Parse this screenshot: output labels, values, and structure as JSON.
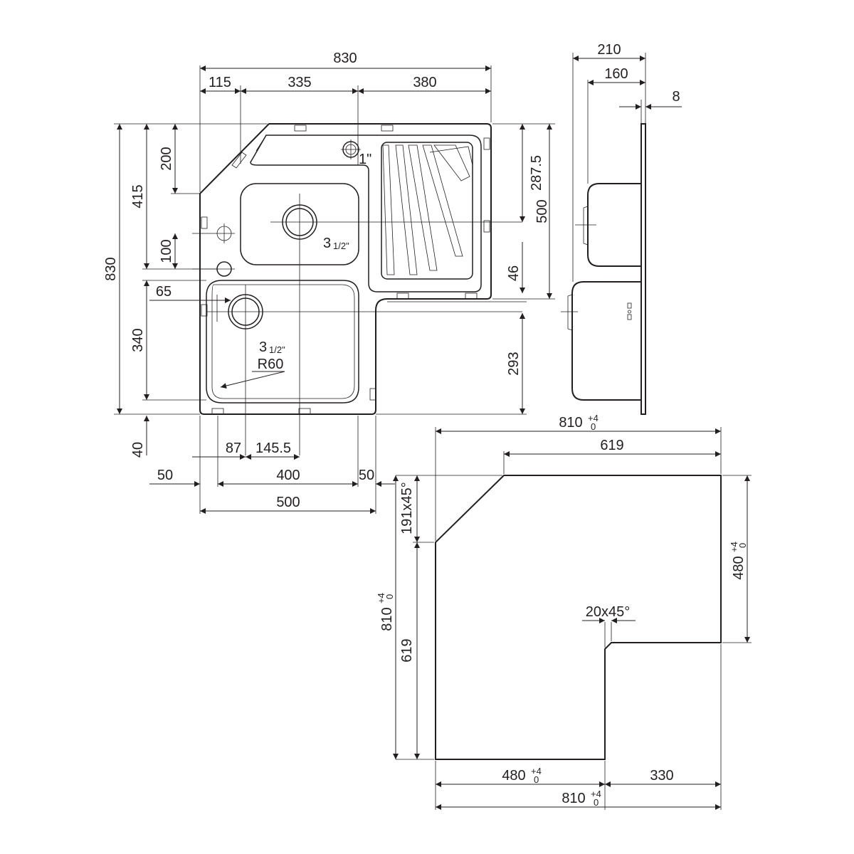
{
  "top_view": {
    "overall_width": "830",
    "segment_left": "115",
    "segment_middle": "335",
    "segment_right": "380",
    "left_200": "200",
    "left_415": "415",
    "left_830": "830",
    "left_100": "100",
    "left_65": "65",
    "left_340": "340",
    "left_40": "40",
    "right_287_5": "287.5",
    "right_500": "500",
    "right_46": "46",
    "right_293": "293",
    "overflow_size": "1\"",
    "drain_upper": "3",
    "drain_lower": "3",
    "drain_fraction": "1/2\"",
    "radius": "R60",
    "bottom_87": "87",
    "bottom_145_5": "145.5",
    "bottom_50_left": "50",
    "bottom_400": "400",
    "bottom_50_right": "50",
    "bottom_500": "500"
  },
  "side_view": {
    "width_210": "210",
    "width_160": "160",
    "thickness_8": "8"
  },
  "cutout": {
    "top_total": "810",
    "tol_plus": "+4",
    "tol_zero": "0",
    "top_619": "619",
    "chamfer_191": "191x45°",
    "left_total": "810",
    "left_619": "619",
    "right_480": "480",
    "inner_chamfer": "20x45°",
    "bottom_480": "480",
    "bottom_330": "330",
    "bottom_total": "810"
  }
}
